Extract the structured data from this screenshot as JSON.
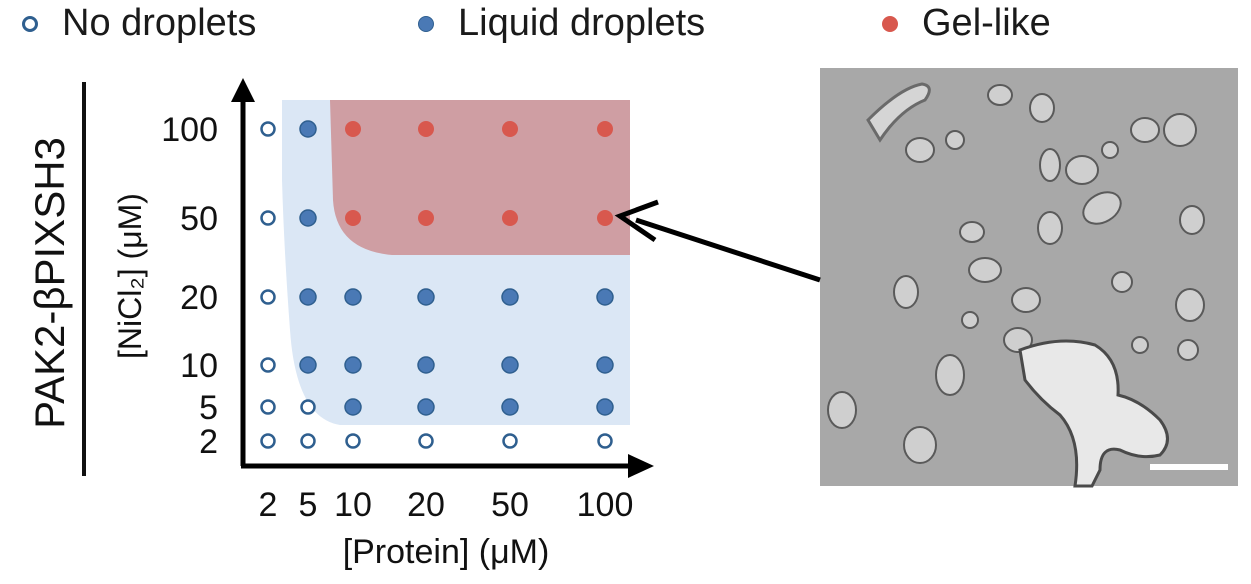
{
  "legend": {
    "no_droplets": "No droplets",
    "liquid": "Liquid droplets",
    "gel": "Gel-like"
  },
  "construct_label": "PAK2-βPIXSH3",
  "ylabel": "[NiCl₂] (μM)",
  "colors": {
    "open_stroke": "#2f5f8f",
    "liquid_fill": "#4a79b5",
    "liquid_region": "#dbe7f5",
    "gel_fill": "#d8584e",
    "gel_region": "#cf9ea3",
    "axis": "#000000"
  },
  "chart_data": {
    "type": "scatter",
    "title": "",
    "xlabel": "[Protein] (μM)",
    "ylabel": "[NiCl₂] (μM)",
    "x_ticks": [
      "2",
      "5",
      "10",
      "20",
      "50",
      "100"
    ],
    "y_ticks": [
      "2",
      "5",
      "10",
      "20",
      "50",
      "100"
    ],
    "x_values": [
      2,
      5,
      10,
      20,
      50,
      100
    ],
    "y_values": [
      2,
      5,
      10,
      20,
      50,
      100
    ],
    "categories": [
      "No droplets",
      "Liquid droplets",
      "Gel-like"
    ],
    "grid": false,
    "legend_position": "top",
    "points": [
      {
        "x": 2,
        "y": 100,
        "state": "No droplets"
      },
      {
        "x": 5,
        "y": 100,
        "state": "Liquid droplets"
      },
      {
        "x": 10,
        "y": 100,
        "state": "Gel-like"
      },
      {
        "x": 20,
        "y": 100,
        "state": "Gel-like"
      },
      {
        "x": 50,
        "y": 100,
        "state": "Gel-like"
      },
      {
        "x": 100,
        "y": 100,
        "state": "Gel-like"
      },
      {
        "x": 2,
        "y": 50,
        "state": "No droplets"
      },
      {
        "x": 5,
        "y": 50,
        "state": "Liquid droplets"
      },
      {
        "x": 10,
        "y": 50,
        "state": "Gel-like"
      },
      {
        "x": 20,
        "y": 50,
        "state": "Gel-like"
      },
      {
        "x": 50,
        "y": 50,
        "state": "Gel-like"
      },
      {
        "x": 100,
        "y": 50,
        "state": "Gel-like"
      },
      {
        "x": 2,
        "y": 20,
        "state": "No droplets"
      },
      {
        "x": 5,
        "y": 20,
        "state": "Liquid droplets"
      },
      {
        "x": 10,
        "y": 20,
        "state": "Liquid droplets"
      },
      {
        "x": 20,
        "y": 20,
        "state": "Liquid droplets"
      },
      {
        "x": 50,
        "y": 20,
        "state": "Liquid droplets"
      },
      {
        "x": 100,
        "y": 20,
        "state": "Liquid droplets"
      },
      {
        "x": 2,
        "y": 10,
        "state": "No droplets"
      },
      {
        "x": 5,
        "y": 10,
        "state": "Liquid droplets"
      },
      {
        "x": 10,
        "y": 10,
        "state": "Liquid droplets"
      },
      {
        "x": 20,
        "y": 10,
        "state": "Liquid droplets"
      },
      {
        "x": 50,
        "y": 10,
        "state": "Liquid droplets"
      },
      {
        "x": 100,
        "y": 10,
        "state": "Liquid droplets"
      },
      {
        "x": 2,
        "y": 5,
        "state": "No droplets"
      },
      {
        "x": 5,
        "y": 5,
        "state": "No droplets"
      },
      {
        "x": 10,
        "y": 5,
        "state": "Liquid droplets"
      },
      {
        "x": 20,
        "y": 5,
        "state": "Liquid droplets"
      },
      {
        "x": 50,
        "y": 5,
        "state": "Liquid droplets"
      },
      {
        "x": 100,
        "y": 5,
        "state": "Liquid droplets"
      },
      {
        "x": 2,
        "y": 2,
        "state": "No droplets"
      },
      {
        "x": 5,
        "y": 2,
        "state": "No droplets"
      },
      {
        "x": 10,
        "y": 2,
        "state": "No droplets"
      },
      {
        "x": 20,
        "y": 2,
        "state": "No droplets"
      },
      {
        "x": 50,
        "y": 2,
        "state": "No droplets"
      },
      {
        "x": 100,
        "y": 2,
        "state": "No droplets"
      }
    ]
  }
}
